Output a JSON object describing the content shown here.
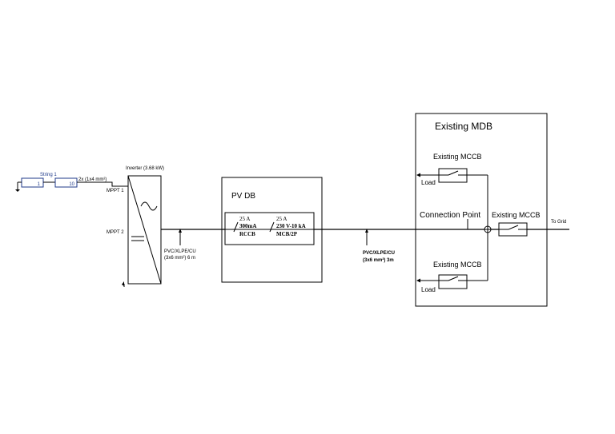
{
  "string": {
    "title": "String 1",
    "first_module": "1",
    "last_module": "10",
    "cable": "2x (1x4 mm²)"
  },
  "inverter": {
    "title": "Inverter (3.68 kW)",
    "mppt1": "MPPT 1",
    "mppt2": "MPPT 2",
    "ac_cable_line1": "PVC/XLPE/CU",
    "ac_cable_line2": "(3x6 mm²) 6 m"
  },
  "pvdb": {
    "title": "PV DB",
    "rccb_line1": "25 A",
    "rccb_line2": "300mA",
    "rccb_line3": "RCCB",
    "mcb_line1": "25 A",
    "mcb_line2": "230 V-10 kA",
    "mcb_line3": "MCB/2P"
  },
  "feeder_cable": {
    "line1": "PVC/XLPE/CU",
    "line2": "(3x6 mm²) 3m"
  },
  "mdb": {
    "title": "Existing MDB",
    "mccb_top": "Existing MCCB",
    "load_top": "Load",
    "connection_point": "Connection Point",
    "mccb_main": "Existing MCCB",
    "mccb_bottom": "Existing MCCB",
    "load_bottom": "Load"
  },
  "grid": {
    "label": "To Grid"
  }
}
